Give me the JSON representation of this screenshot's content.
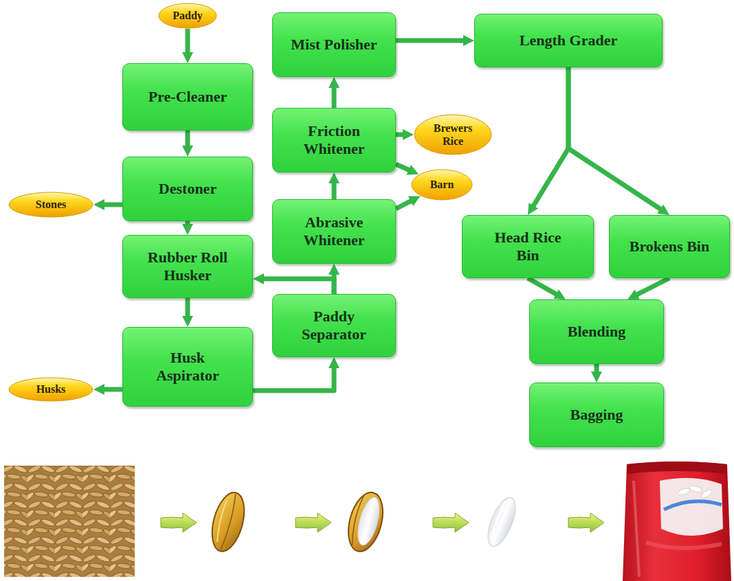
{
  "diagram": {
    "nodes": [
      {
        "text": [
          "Paddy"
        ]
      },
      {
        "text": [
          "Pre-Cleaner"
        ]
      },
      {
        "text": [
          "Destoner"
        ]
      },
      {
        "text": [
          "Stones"
        ]
      },
      {
        "text": [
          "Rubber Roll Husker"
        ]
      },
      {
        "text": [
          "Husk Aspirator"
        ]
      },
      {
        "text": [
          "Husks"
        ]
      },
      {
        "text": [
          "Paddy Separator"
        ]
      },
      {
        "text": [
          "Abrasive Whitener"
        ]
      },
      {
        "text": [
          "Friction Whitener"
        ]
      },
      {
        "text": [
          "Brewers Rice"
        ]
      },
      {
        "text": [
          "Barn"
        ]
      },
      {
        "text": [
          "Mist Polisher"
        ]
      },
      {
        "text": [
          "Length Grader"
        ]
      },
      {
        "text": [
          "Head Rice Bin"
        ]
      },
      {
        "text": [
          "Brokens Bin"
        ]
      },
      {
        "text": [
          "Blending"
        ]
      },
      {
        "text": [
          "Bagging"
        ]
      }
    ],
    "edges": [
      {
        "from": 0,
        "to": 1,
        "arrow": "to"
      },
      {
        "from": 1,
        "to": 2,
        "arrow": "to"
      },
      {
        "from": 2,
        "to": 3,
        "arrow": "to"
      },
      {
        "from": 2,
        "to": 4,
        "arrow": "to"
      },
      {
        "from": 4,
        "to": 5,
        "arrow": "to"
      },
      {
        "from": 5,
        "to": 6,
        "arrow": "to"
      },
      {
        "from": 5,
        "to": 7,
        "arrow": "to"
      },
      {
        "from": 7,
        "to": 4,
        "arrow": "to"
      },
      {
        "from": 7,
        "to": 8,
        "arrow": "to"
      },
      {
        "from": 8,
        "to": 9,
        "arrow": "to"
      },
      {
        "from": 8,
        "to": 11,
        "arrow": "to"
      },
      {
        "from": 9,
        "to": 11,
        "arrow": "to"
      },
      {
        "from": 9,
        "to": 10,
        "arrow": "to"
      },
      {
        "from": 9,
        "to": 12,
        "arrow": "to"
      },
      {
        "from": 12,
        "to": 13,
        "arrow": "to"
      },
      {
        "from": 13,
        "to": 14,
        "arrow": "to"
      },
      {
        "from": 13,
        "to": 15,
        "arrow": "to"
      },
      {
        "from": 14,
        "to": 16,
        "arrow": "to"
      },
      {
        "from": 15,
        "to": 16,
        "arrow": "to"
      },
      {
        "from": 16,
        "to": 17,
        "arrow": "to"
      }
    ]
  }
}
